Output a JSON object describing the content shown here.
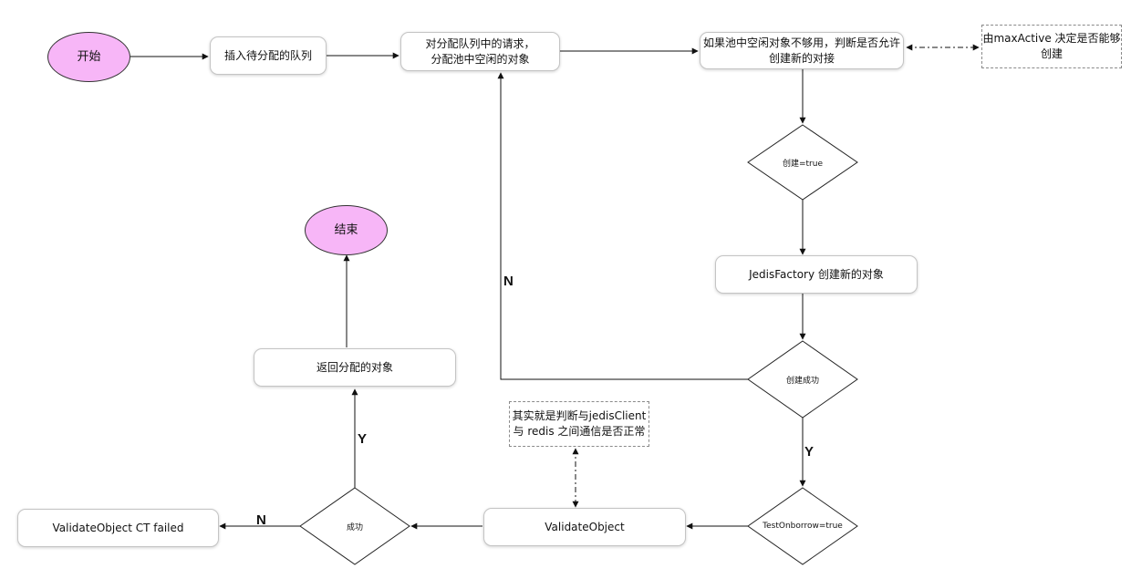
{
  "diagram": {
    "nodes": {
      "start": "开始",
      "insert_queue": "插入待分配的队列",
      "assign_idle": "对分配队列中的请求，\n分配池中空闲的对象",
      "check_allow_create": "如果池中空闲对象不够用，判断是否允许\n创建新的对接",
      "max_active_note": "由maxActive 决定是否能够\n创建",
      "create_true": "创建=true",
      "factory_create": "JedisFactory 创建新的对象",
      "create_success": "创建成功",
      "test_on_borrow": "TestOnborrow=true",
      "validate_object": "ValidateObject",
      "validate_note": "其实就是判断与jedisClient\n与  redis 之间通信是否正常",
      "success": "成功",
      "validate_failed": "ValidateObject CT failed",
      "return_object": "返回分配的对象",
      "end": "结束"
    },
    "edge_labels": {
      "create_fail_n": "N",
      "create_success_y": "Y",
      "valid_y": "Y",
      "valid_n": "N"
    },
    "colors": {
      "terminal_fill": "#f7b6f7",
      "line": "#111111",
      "box_border": "#c4c4c4"
    }
  }
}
